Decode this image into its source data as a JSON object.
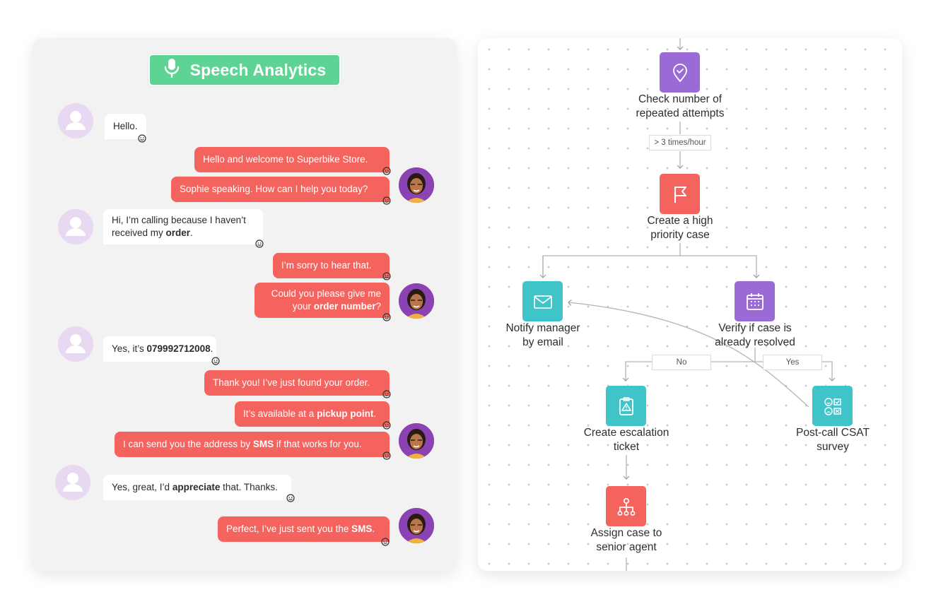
{
  "header": {
    "title": "Speech Analytics"
  },
  "chat": {
    "messages": [
      {
        "from": "customer",
        "text": "Hello."
      },
      {
        "from": "agent",
        "text": "Hello and welcome to Superbike Store."
      },
      {
        "from": "agent",
        "text": "Sophie speaking. How can I help you today?"
      },
      {
        "from": "customer",
        "text_a": "Hi, I’m calling because I haven’t",
        "text_b": "received my ",
        "bold": "order",
        "text_c": "."
      },
      {
        "from": "agent",
        "text": "I’m sorry to hear that."
      },
      {
        "from": "agent",
        "text_a": "Could you please give me",
        "text_b": "your ",
        "bold": "order number",
        "text_c": "?"
      },
      {
        "from": "customer",
        "text_a": "Yes, it’s ",
        "bold": "079992712008",
        "text_c": "."
      },
      {
        "from": "agent",
        "text": "Thank you! I’ve just found your order."
      },
      {
        "from": "agent",
        "text_a": "It’s available at a ",
        "bold": "pickup point",
        "text_c": "."
      },
      {
        "from": "agent",
        "text_a": "I can send you the address by ",
        "bold": "SMS",
        "text_c": " if that works for you."
      },
      {
        "from": "customer",
        "text_a": "Yes, great, I’d ",
        "bold": "appreciate",
        "text_c": " that. Thanks."
      },
      {
        "from": "agent",
        "text_a": "Perfect, I’ve just sent you the ",
        "bold": "SMS",
        "text_c": "."
      }
    ]
  },
  "flow": {
    "nodes": [
      {
        "id": "check",
        "line1": "Check number of",
        "line2": "repeated attempts",
        "icon": "location-pin-icon",
        "color": "#9a6ad6"
      },
      {
        "id": "case",
        "line1": "Create a high",
        "line2": "priority case",
        "icon": "flag-icon",
        "color": "#f4635e"
      },
      {
        "id": "notify",
        "line1": "Notify manager",
        "line2": "by email",
        "icon": "envelope-icon",
        "color": "#3ec4c9"
      },
      {
        "id": "verify",
        "line1": "Verify if case is",
        "line2": "already resolved",
        "icon": "calendar-icon",
        "color": "#9a6ad6"
      },
      {
        "id": "escalation",
        "line1": "Create escalation",
        "line2": "ticket",
        "icon": "clipboard-alert-icon",
        "color": "#3ec4c9"
      },
      {
        "id": "csat",
        "line1": "Post-call CSAT",
        "line2": "survey",
        "icon": "survey-icon",
        "color": "#3ec4c9"
      },
      {
        "id": "assign",
        "line1": "Assign case to",
        "line2": "senior agent",
        "icon": "hierarchy-icon",
        "color": "#f4635e"
      }
    ],
    "edge_labels": {
      "threshold": "> 3 times/hour",
      "no": "No",
      "yes": "Yes"
    }
  }
}
